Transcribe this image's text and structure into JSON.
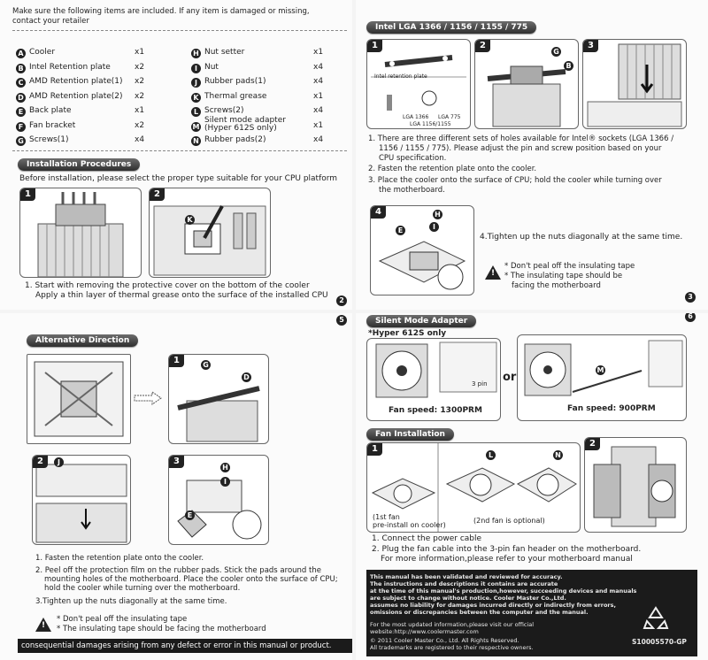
{
  "intro": {
    "line1": "Make sure the following items are included. If any item is damaged or missing,",
    "line2": "contact your retailer"
  },
  "items_left": [
    {
      "letter": "A",
      "name": "Cooler",
      "qty": "x1"
    },
    {
      "letter": "B",
      "name": "Intel Retention plate",
      "qty": "x2"
    },
    {
      "letter": "C",
      "name": "AMD Retention plate(1)",
      "qty": "x2"
    },
    {
      "letter": "D",
      "name": "AMD Retention plate(2)",
      "qty": "x2"
    },
    {
      "letter": "E",
      "name": "Back plate",
      "qty": "x1"
    },
    {
      "letter": "F",
      "name": "Fan bracket",
      "qty": "x2"
    },
    {
      "letter": "G",
      "name": "Screws(1)",
      "qty": "x4"
    }
  ],
  "items_right": [
    {
      "letter": "H",
      "name": "Nut setter",
      "qty": "x1"
    },
    {
      "letter": "I",
      "name": "Nut",
      "qty": "x4"
    },
    {
      "letter": "J",
      "name": "Rubber pads(1)",
      "qty": "x4"
    },
    {
      "letter": "K",
      "name": "Thermal grease",
      "qty": "x1"
    },
    {
      "letter": "L",
      "name": "Screws(2)",
      "qty": "x4"
    },
    {
      "letter": "M",
      "name": "Silent mode adapter (Hyper 612S only)",
      "qty": "x1"
    },
    {
      "letter": "N",
      "name": "Rubber pads(2)",
      "qty": "x4"
    }
  ],
  "install": {
    "header": "Installation Procedures",
    "subtitle": "Before installation, please select the proper type suitable for your CPU platform",
    "step1_num": "1",
    "step2_num": "2",
    "step2_label": "K",
    "caption1": "1. Start with removing the protective cover on the bottom of the cooler",
    "caption2": "Apply a thin layer of thermal grease onto the surface of the installed CPU",
    "page": "2"
  },
  "intel": {
    "header": "Intel LGA 1366 / 1156 / 1155 / 775",
    "retention_label": "Intel retention plate",
    "lga1366": "LGA 1366",
    "lga775": "LGA 775",
    "lga1156": "LGA 1156/1155",
    "step_nums": [
      "1",
      "2",
      "3",
      "4"
    ],
    "labels_2": [
      "G",
      "B"
    ],
    "steps": [
      "1. There are three different sets of holes available for Intel® sockets (LGA 1366 /",
      "1156 / 1155 / 775). Please adjust the pin and screw position based on your",
      "CPU specification.",
      "2. Fasten the retention plate onto the cooler.",
      "3. Place the cooler onto the surface of CPU; hold the cooler while turning over",
      "the motherboard."
    ],
    "labels_4": [
      "H",
      "E",
      "I"
    ],
    "step4": "4.Tighten up the nuts diagonally at the same time.",
    "warn1": "* Don't peal off the insulating tape",
    "warn2": "* The insulating tape should be",
    "warn3": "facing the motherboard",
    "page": "3"
  },
  "alt": {
    "header": "Alternative Direction",
    "step_nums": [
      "1",
      "2",
      "3"
    ],
    "labels": [
      "G",
      "D",
      "J",
      "H",
      "I",
      "E"
    ],
    "steps": [
      "1. Fasten the retention plate onto the cooler.",
      "2. Peel off the protection film on the rubber pads. Stick the pads around the",
      "mounting holes of the motherboard. Place the cooler onto the surface of CPU;",
      "hold the cooler while turning over the motherboard.",
      "3.Tighten up the nuts diagonally at the same time."
    ],
    "warn1": "* Don't peal off the insulating tape",
    "warn2": "* The insulating tape should be facing the motherboard",
    "disclaimer": "consequential damages arising from any defect or error in this manual or product.",
    "page": "5"
  },
  "silent": {
    "header": "Silent Mode Adapter",
    "model": "*Hyper 612S only",
    "pin": "3 pin",
    "or": "or",
    "m_label": "M",
    "speed1": "Fan speed: 1300PRM",
    "speed2": "Fan speed: 900PRM",
    "page": "6"
  },
  "fan": {
    "header": "Fan Installation",
    "step_nums": [
      "1",
      "2"
    ],
    "labels": [
      "L",
      "N"
    ],
    "note1a": "(1st fan",
    "note1b": "pre-install on cooler)",
    "note2": "(2nd  fan is optional)",
    "step1": "1. Connect the power cable",
    "step2a": "2. Plug the fan cable into the 3-pin fan header on the motherboard.",
    "step2b": "For more information,please refer to your motherboard manual"
  },
  "footer": {
    "lines": [
      "This manual has been validated and reviewed for accuracy.",
      "The instructions and descriptions it contains are accurate",
      "at the time of this manual's production,however, succeeding devices and manuals",
      "are subject to change without notice. Cooler Master Co.,Ltd.",
      "assumes no liability for damages incurred directly or indirectly from errors,",
      "omissions or discrepancies between the computer and the manual."
    ],
    "update1": "For the most updated information,please visit our official",
    "update2": "website:http://www.coolermaster.com",
    "copyright": "© 2011 Cooler Master Co., Ltd. All Rights Reserved.",
    "trademark": "All trademarks are registered to their respective owners.",
    "code": "S10005570-GP"
  }
}
